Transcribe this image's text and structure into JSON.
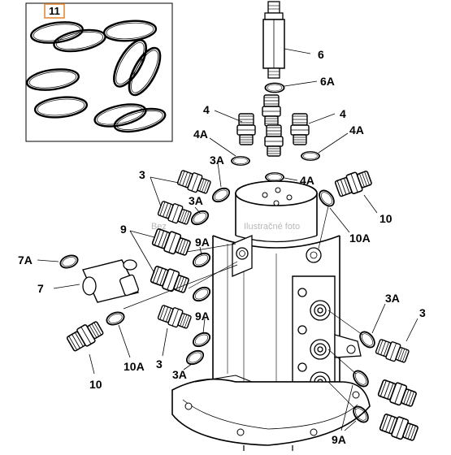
{
  "labels": {
    "l11": "11",
    "l6": "6",
    "l6A": "6A",
    "l4_left": "4",
    "l4_right": "4",
    "l4A_left": "4A",
    "l4A_right": "4A",
    "l4A_bottom": "4A",
    "l3A_top": "3A",
    "l3_left": "3",
    "l3A_mid": "3A",
    "l10_right": "10",
    "l10A_right": "10A",
    "l9": "9",
    "l9A_upper": "9A",
    "l7A": "7A",
    "l7": "7",
    "l9A_lower": "9A",
    "l10A_bottom": "10A",
    "l3_bottom": "3",
    "l3A_bottom": "3A",
    "l10_bottom": "10",
    "l3A_right": "3A",
    "l3_right": "3",
    "l9A_bottom_right": "9A"
  },
  "watermark": "Bez",
  "watermark2": "Ilustračné foto"
}
